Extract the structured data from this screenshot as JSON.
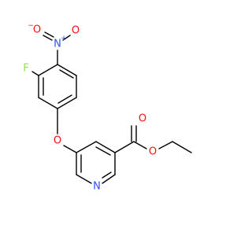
{
  "molecule": {
    "atoms": {
      "fluorine": "F",
      "nitro_nitrogen": "N",
      "nitro_nitrogen_charge": "+",
      "nitro_oxygen_left": "O",
      "nitro_oxygen_left_charge": "−",
      "nitro_oxygen_top": "O",
      "ether_oxygen": "O",
      "carbonyl_oxygen": "O",
      "ester_oxygen": "O",
      "pyridine_nitrogen": "N"
    },
    "colors": {
      "bond": "#000000",
      "fluorine": "#90e050",
      "oxygen": "#ff0d0d",
      "nitrogen": "#3050f8",
      "carbon": "#000000"
    }
  }
}
